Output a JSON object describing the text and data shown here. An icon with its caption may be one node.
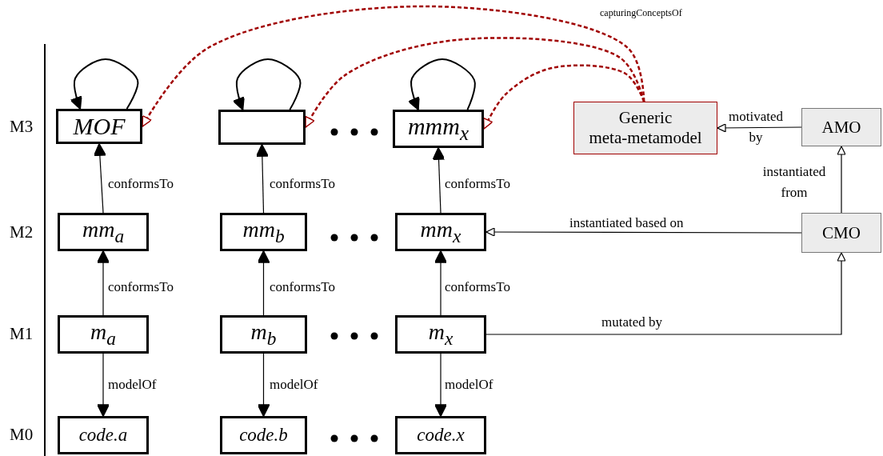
{
  "diagram": {
    "nodes": [
      {
        "text": [
          "MOF"
        ]
      },
      {
        "text": [],
        "shape": "box"
      },
      {
        "text": [
          "mmm$_{x}$"
        ]
      },
      {
        "text": [
          "Generic meta-metamodel"
        ]
      },
      {
        "text": [
          "AMO"
        ]
      },
      {
        "text": [
          "mm$_{a}$"
        ]
      },
      {
        "text": [
          "mm$_{b}$"
        ]
      },
      {
        "text": [
          "mm$_{x}$"
        ]
      },
      {
        "text": [
          "CMO"
        ]
      },
      {
        "text": [
          "m$_{a}$"
        ]
      },
      {
        "text": [
          "m$_{b}$"
        ]
      },
      {
        "text": [
          "m$_{x}$"
        ]
      },
      {
        "text": [
          "code.a"
        ]
      },
      {
        "text": [
          "code.b"
        ]
      },
      {
        "text": [
          "code.x"
        ]
      }
    ],
    "edges": [
      {
        "from": 0,
        "to": 0,
        "arrow": "to"
      },
      {
        "from": 1,
        "to": 1,
        "arrow": "to"
      },
      {
        "from": 2,
        "to": 2,
        "arrow": "to"
      },
      {
        "from": 5,
        "to": 0,
        "arrow": "to",
        "label": "conformsTo"
      },
      {
        "from": 6,
        "to": 1,
        "arrow": "to",
        "label": "conformsTo"
      },
      {
        "from": 7,
        "to": 2,
        "arrow": "to",
        "label": "conformsTo"
      },
      {
        "from": 9,
        "to": 5,
        "arrow": "to",
        "label": "conformsTo"
      },
      {
        "from": 10,
        "to": 6,
        "arrow": "to",
        "label": "conformsTo"
      },
      {
        "from": 11,
        "to": 7,
        "arrow": "to",
        "label": "conformsTo"
      },
      {
        "from": 9,
        "to": 12,
        "arrow": "to",
        "label": "modelOf"
      },
      {
        "from": 10,
        "to": 13,
        "arrow": "to",
        "label": "modelOf"
      },
      {
        "from": 11,
        "to": 14,
        "arrow": "to",
        "label": "modelOf"
      },
      {
        "from": 3,
        "to": 0,
        "arrow": "to",
        "style": "dashed",
        "color": "#a00000",
        "label": "capturingConceptsOf"
      },
      {
        "from": 3,
        "to": 1,
        "arrow": "to",
        "style": "dashed",
        "color": "#a00000"
      },
      {
        "from": 3,
        "to": 2,
        "arrow": "to",
        "style": "dashed",
        "color": "#a00000"
      },
      {
        "from": 4,
        "to": 3,
        "arrow": "to",
        "label": "motivated by"
      },
      {
        "from": 8,
        "to": 4,
        "arrow": "to",
        "label": "instantiated from"
      },
      {
        "from": 8,
        "to": 7,
        "arrow": "to",
        "label": "instantiated based on"
      },
      {
        "from": 11,
        "to": 8,
        "arrow": "to",
        "label": "mutated by"
      }
    ],
    "labels": [
      "M3",
      "M2",
      "M1",
      "M0"
    ]
  }
}
